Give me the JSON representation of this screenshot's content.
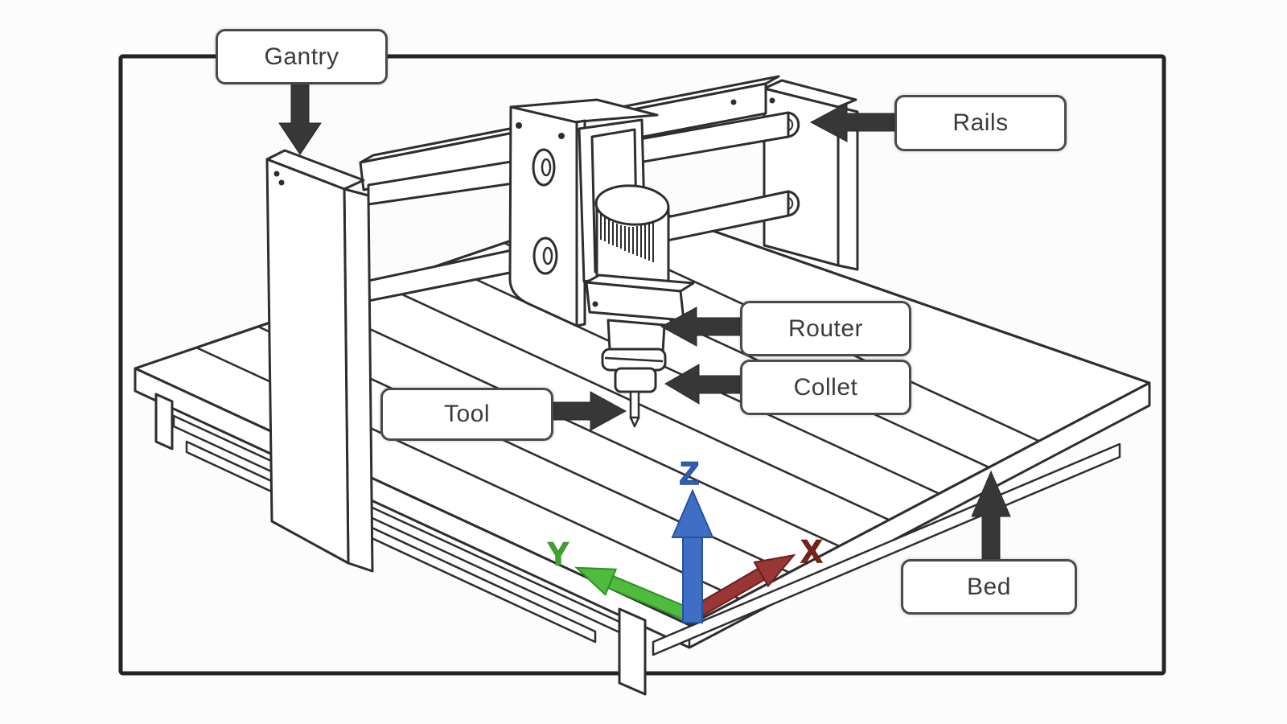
{
  "labels": {
    "gantry": {
      "text": "Gantry"
    },
    "rails": {
      "text": "Rails"
    },
    "router": {
      "text": "Router"
    },
    "collet": {
      "text": "Collet"
    },
    "tool": {
      "text": "Tool"
    },
    "bed": {
      "text": "Bed"
    }
  },
  "axes": {
    "x": {
      "label": "X",
      "color": "#983733",
      "text_color": "#7a211d"
    },
    "y": {
      "label": "Y",
      "color": "#4fbc3d",
      "text_color": "#3da52f"
    },
    "z": {
      "label": "Z",
      "color": "#3f6fc5",
      "text_color": "#2f5fb4"
    }
  },
  "colors": {
    "line": "#2e2e2e",
    "annotation_arrow": "#373737",
    "label_border": "#4a4a4a",
    "label_text": "#3b3b3b",
    "background": "#fcfcfc"
  }
}
